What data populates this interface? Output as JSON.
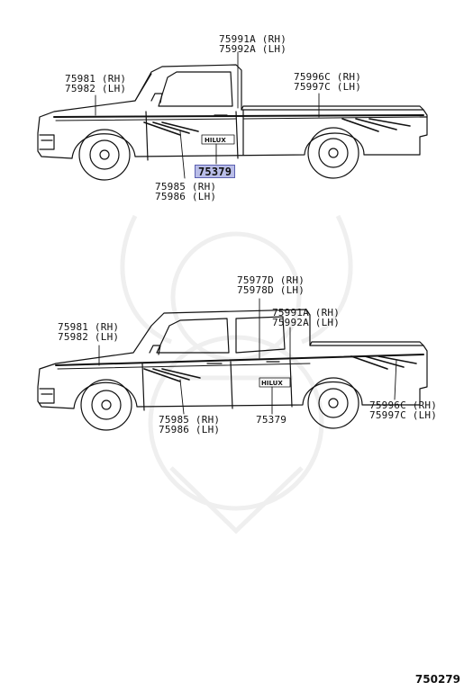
{
  "figure_number": "750279",
  "upper_truck": {
    "logo_text": "HILUX",
    "callouts": {
      "p75991A": "75991A (RH)",
      "p75992A": "75992A (LH)",
      "p75981": "75981 (RH)",
      "p75982": "75982 (LH)",
      "p75996C": "75996C (RH)",
      "p75997C": "75997C (LH)",
      "p75379": "75379",
      "p75985": "75985 (RH)",
      "p75986": "75986 (LH)"
    }
  },
  "lower_truck": {
    "logo_text": "HILUX",
    "callouts": {
      "p75977D": "75977D (RH)",
      "p75978D": "75978D (LH)",
      "p75991A": "75991A (RH)",
      "p75992A": "75992A (LH)",
      "p75981": "75981 (RH)",
      "p75982": "75982 (LH)",
      "p75985": "75985 (RH)",
      "p75986": "75986 (LH)",
      "p75379": "75379",
      "p75996C": "75996C (RH)",
      "p75997C": "75997C (LH)"
    }
  },
  "colors": {
    "highlight": "#b9bde8",
    "line": "#111111"
  }
}
